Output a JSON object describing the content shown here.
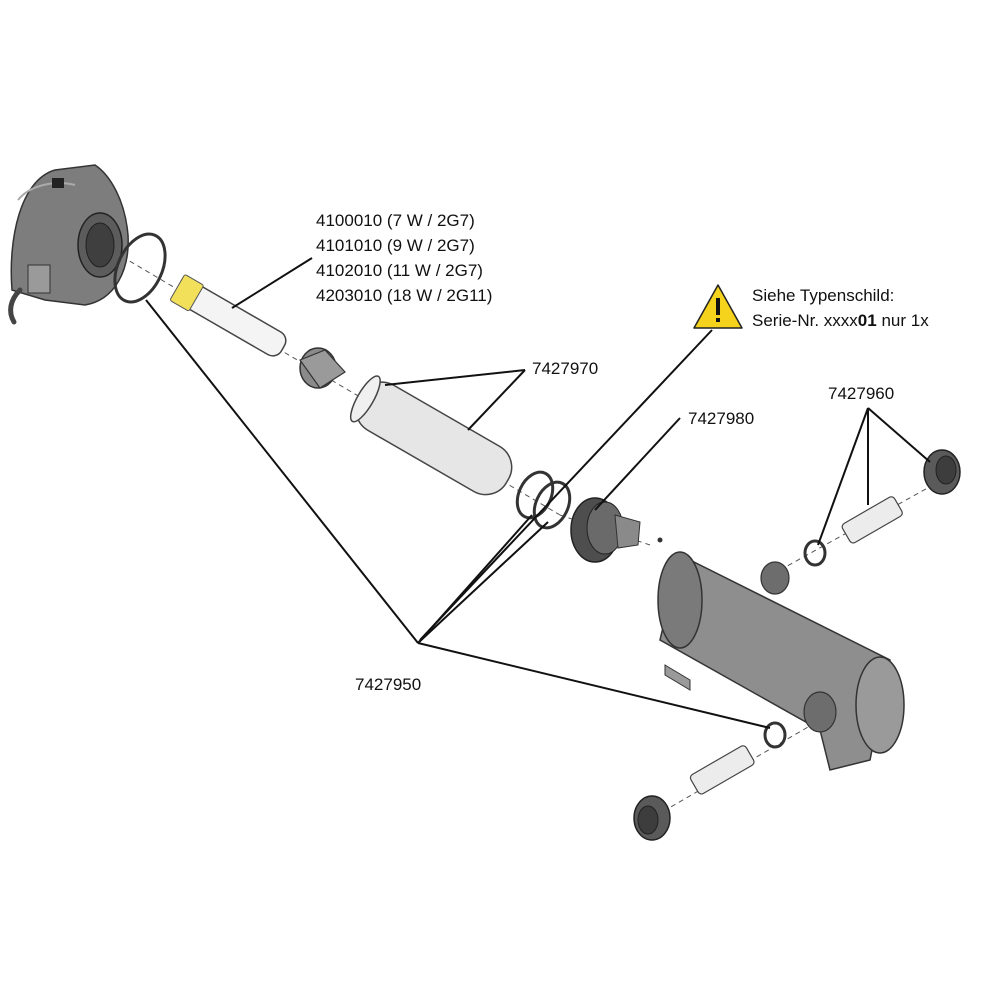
{
  "lamp_parts": [
    "4100010 (7 W / 2G7)",
    "4101010 (9 W / 2G7)",
    "4102010 (11 W / 2G7)",
    "4203010 (18 W / 2G11)"
  ],
  "quartz_tube_part": "7427970",
  "clamp_part": "7427980",
  "connector_part": "7427960",
  "seal_part": "7427950",
  "warning": {
    "line1": "Siehe Typenschild:",
    "line2_prefix": "Serie-Nr. xxxx",
    "line2_bold": "01",
    "line2_suffix": " nur 1x"
  },
  "colors": {
    "part_fill": "#8a8a8a",
    "part_dark": "#5a5a5a",
    "glass_fill": "#e6e6e6",
    "lamp_base": "#f2e05a",
    "warning_yellow": "#f5d21c",
    "leader": "#111111"
  }
}
